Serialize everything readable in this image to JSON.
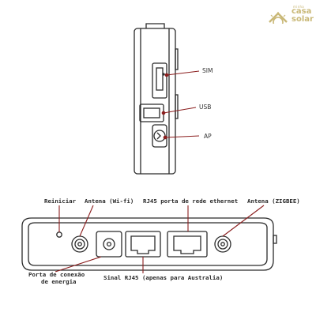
{
  "logo": {
    "prefix": "minha",
    "word1": "casa",
    "word2": "solar",
    "color": "#c9b877"
  },
  "side_labels": {
    "sim": "SIM",
    "usb": "USB",
    "ap": "AP"
  },
  "front_labels": {
    "reiniciar": "Reiniciar",
    "antena_wifi": "Antena (Wi-fi)",
    "rj45_ethernet": "RJ45 porta de rede ethernet",
    "antena_zigbee": "Antena (ZIGBEE)",
    "porta_energia_line1": "Porta de conexão",
    "porta_energia_line2": "de energia",
    "sinal_rj45": "Sinal RJ45 (apenas para Australia)"
  },
  "colors": {
    "outline": "#2b2b2b",
    "callout": "#8b1e1e"
  }
}
